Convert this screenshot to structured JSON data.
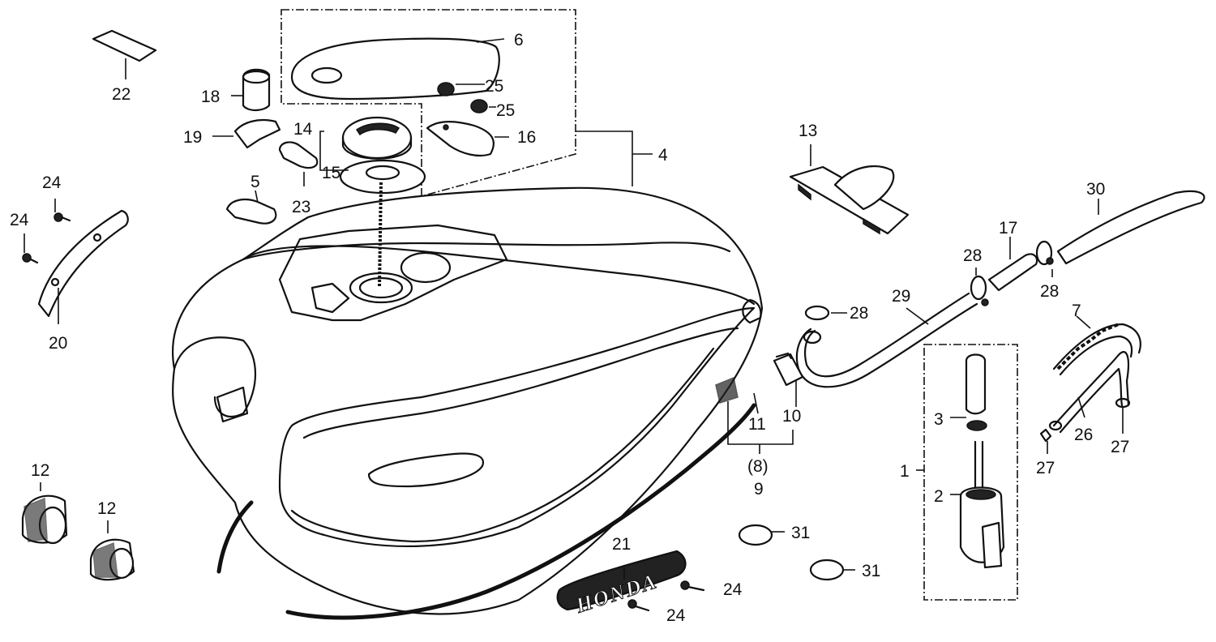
{
  "diagram": {
    "callouts": {
      "c1": "1",
      "c2": "2",
      "c3": "3",
      "c4": "4",
      "c5": "5",
      "c6": "6",
      "c7": "7",
      "c8": "(8)",
      "c9": "9",
      "c10": "10",
      "c11": "11",
      "c12a": "12",
      "c12b": "12",
      "c13": "13",
      "c14": "14",
      "c15": "15",
      "c16": "16",
      "c17": "17",
      "c18": "18",
      "c19": "19",
      "c20": "20",
      "c21": "21",
      "c22": "22",
      "c23": "23",
      "c24a": "24",
      "c24b": "24",
      "c24c": "24",
      "c24d": "24",
      "c25a": "25",
      "c25b": "25",
      "c26": "26",
      "c27a": "27",
      "c27b": "27",
      "c28a": "28",
      "c28b": "28",
      "c28c": "28",
      "c29": "29",
      "c30": "30",
      "c31a": "31",
      "c31b": "31"
    },
    "emblem_text": "HONDA"
  }
}
